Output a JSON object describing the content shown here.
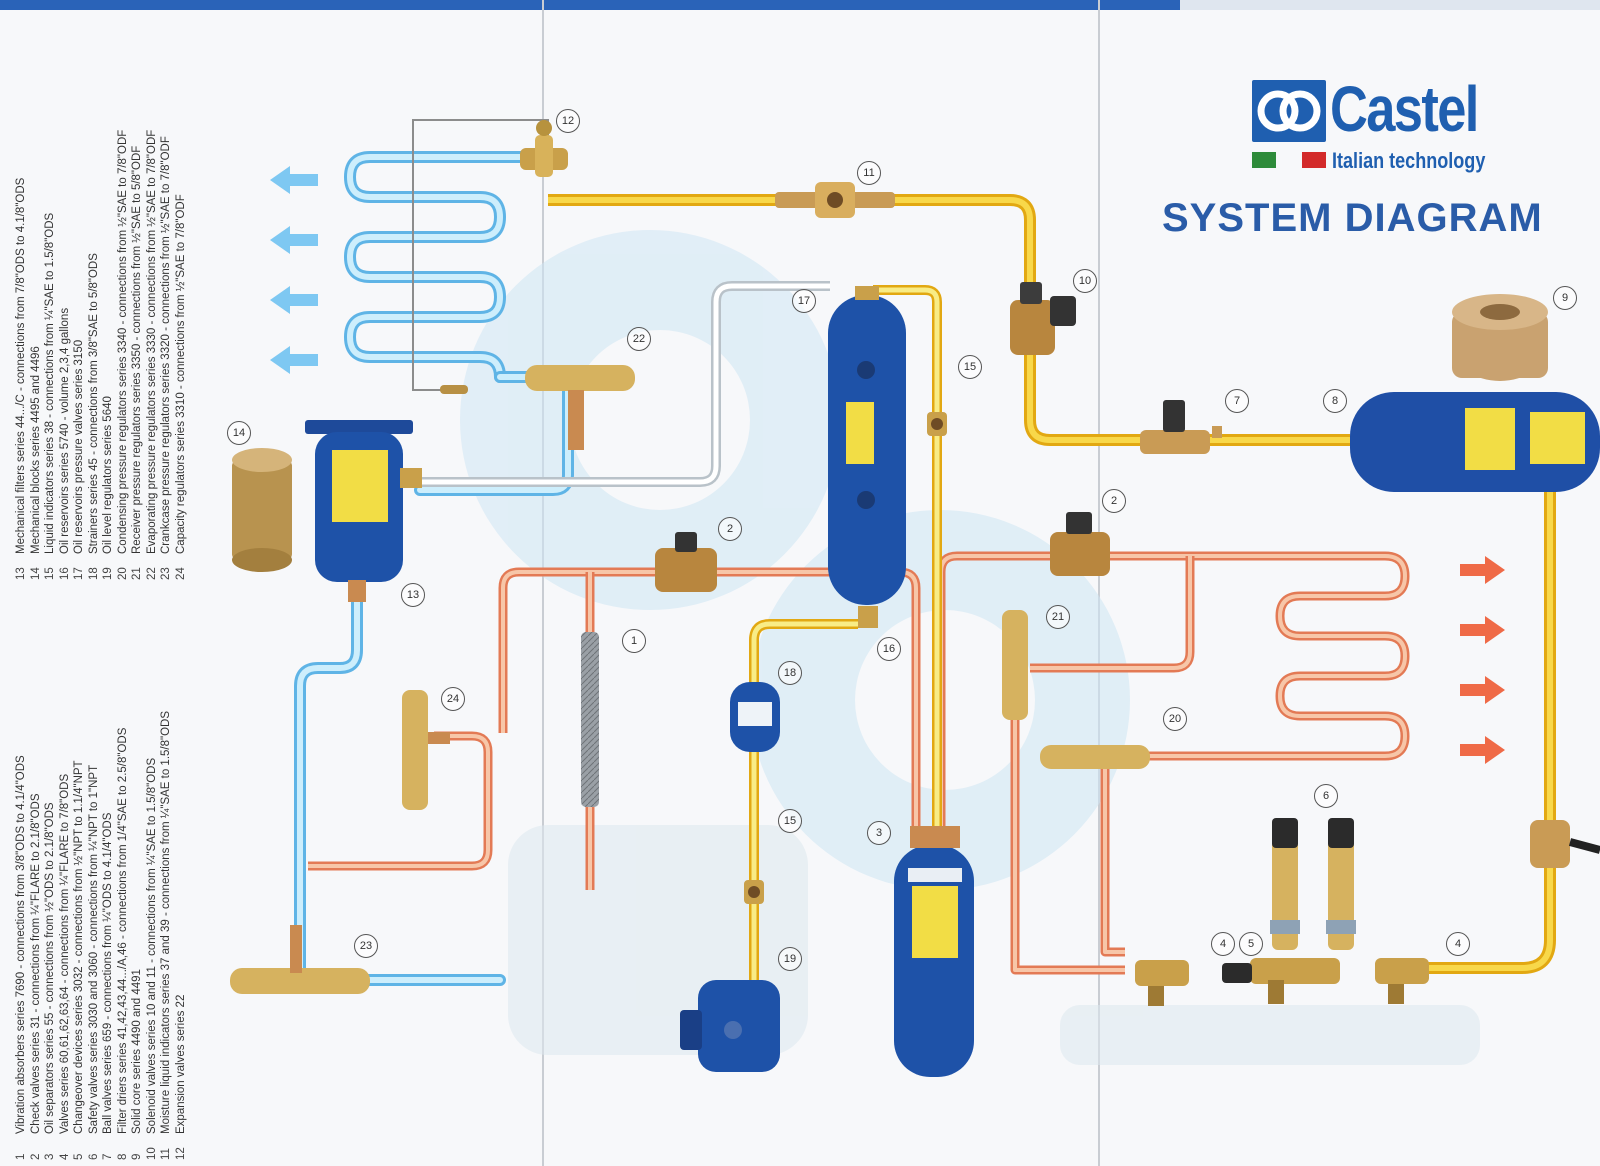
{
  "brand": {
    "name": "Castel",
    "tagline": "Italian technology",
    "colors": {
      "brand_blue": "#1f5fb0",
      "flag_green": "#2e8b3a",
      "flag_red": "#d32a2a"
    }
  },
  "title": "SYSTEM DIAGRAM",
  "pipe_colors": {
    "discharge_hot": "#e6805e",
    "liquid": "#f2c21a",
    "suction": "#8fd0f0",
    "oil": "#ffffff"
  },
  "legend": {
    "column_a": [
      {
        "num": "1",
        "text": "Vibration absorbers series 7690 - connections from 3/8\"ODS to 4.1/4\"ODS"
      },
      {
        "num": "2",
        "text": "Check valves series 31 - connections from ¼\"FLARE to 2.1/8\"ODS"
      },
      {
        "num": "3",
        "text": "Oil separators series 55 - connections from ½\"ODS to 2.1/8\"ODS"
      },
      {
        "num": "4",
        "text": "Valves series 60,61,62,63,64 - connections from ¼\"FLARE to 7/8\"ODS"
      },
      {
        "num": "5",
        "text": "Changeover devices series 3032 - connections from ½\"NPT to 1.1/4\"NPT"
      },
      {
        "num": "6",
        "text": "Safety valves series 3030 and 3060 - connections from ¼\"NPT to 1\"NPT"
      },
      {
        "num": "7",
        "text": "Ball valves series 659 - connections from ¼\"ODS to 4.1/4\"ODS"
      },
      {
        "num": "8",
        "text": "Filter driers series 41,42,43,44.../A,46 - connections from 1/4\"SAE to 2.5/8\"ODS"
      },
      {
        "num": "9",
        "text": "Solid core series 4490 and 4491"
      },
      {
        "num": "10",
        "text": "Solenoid valves series 10 and 11 - connections from ¼\"SAE to 1.5/8\"ODS"
      },
      {
        "num": "11",
        "text": "Moisture liquid indicators series 37 and 39 - connections from ¼\"SAE to 1.5/8\"ODS"
      },
      {
        "num": "12",
        "text": "Expansion valves series 22"
      }
    ],
    "column_b": [
      {
        "num": "13",
        "text": "Mechanical filters series 44.../C - connections from 7/8\"ODS to 4.1/8\"ODS"
      },
      {
        "num": "14",
        "text": "Mechanical blocks series 4495 and 4496"
      },
      {
        "num": "15",
        "text": "Liquid indicators series 38 - connections from ¼\"SAE to 1.5/8\"ODS"
      },
      {
        "num": "16",
        "text": "Oil reservoirs series 5740 - volume 2,3,4 gallons"
      },
      {
        "num": "17",
        "text": "Oil reservoirs pressure valves series 3150"
      },
      {
        "num": "18",
        "text": "Strainers series 45 - connections from 3/8\"SAE to 5/8\"ODS"
      },
      {
        "num": "19",
        "text": "Oil level regulators series 5640"
      },
      {
        "num": "20",
        "text": "Condensing pressure regulators series 3340 - connections from ½\"SAE to 7/8\"ODF"
      },
      {
        "num": "21",
        "text": "Receiver pressure regulators series 3350 - connections from ½\"SAE to 5/8\"ODF"
      },
      {
        "num": "22",
        "text": "Evaporating pressure regulators series 3330 - connections from ½\"SAE to 7/8\"ODF"
      },
      {
        "num": "23",
        "text": "Crankcase pressure regulators series 3320 - connections from ½\"SAE to 7/8\"ODF"
      },
      {
        "num": "24",
        "text": "Capacity regulators series 3310 - connections from ½\"SAE to 7/8\"ODF"
      }
    ]
  },
  "callouts": [
    "12",
    "11",
    "10",
    "9",
    "7",
    "8",
    "17",
    "22",
    "15",
    "14",
    "2",
    "2",
    "13",
    "1",
    "16",
    "18",
    "21",
    "24",
    "20",
    "6",
    "15",
    "3",
    "19",
    "23",
    "4",
    "5",
    "4"
  ]
}
